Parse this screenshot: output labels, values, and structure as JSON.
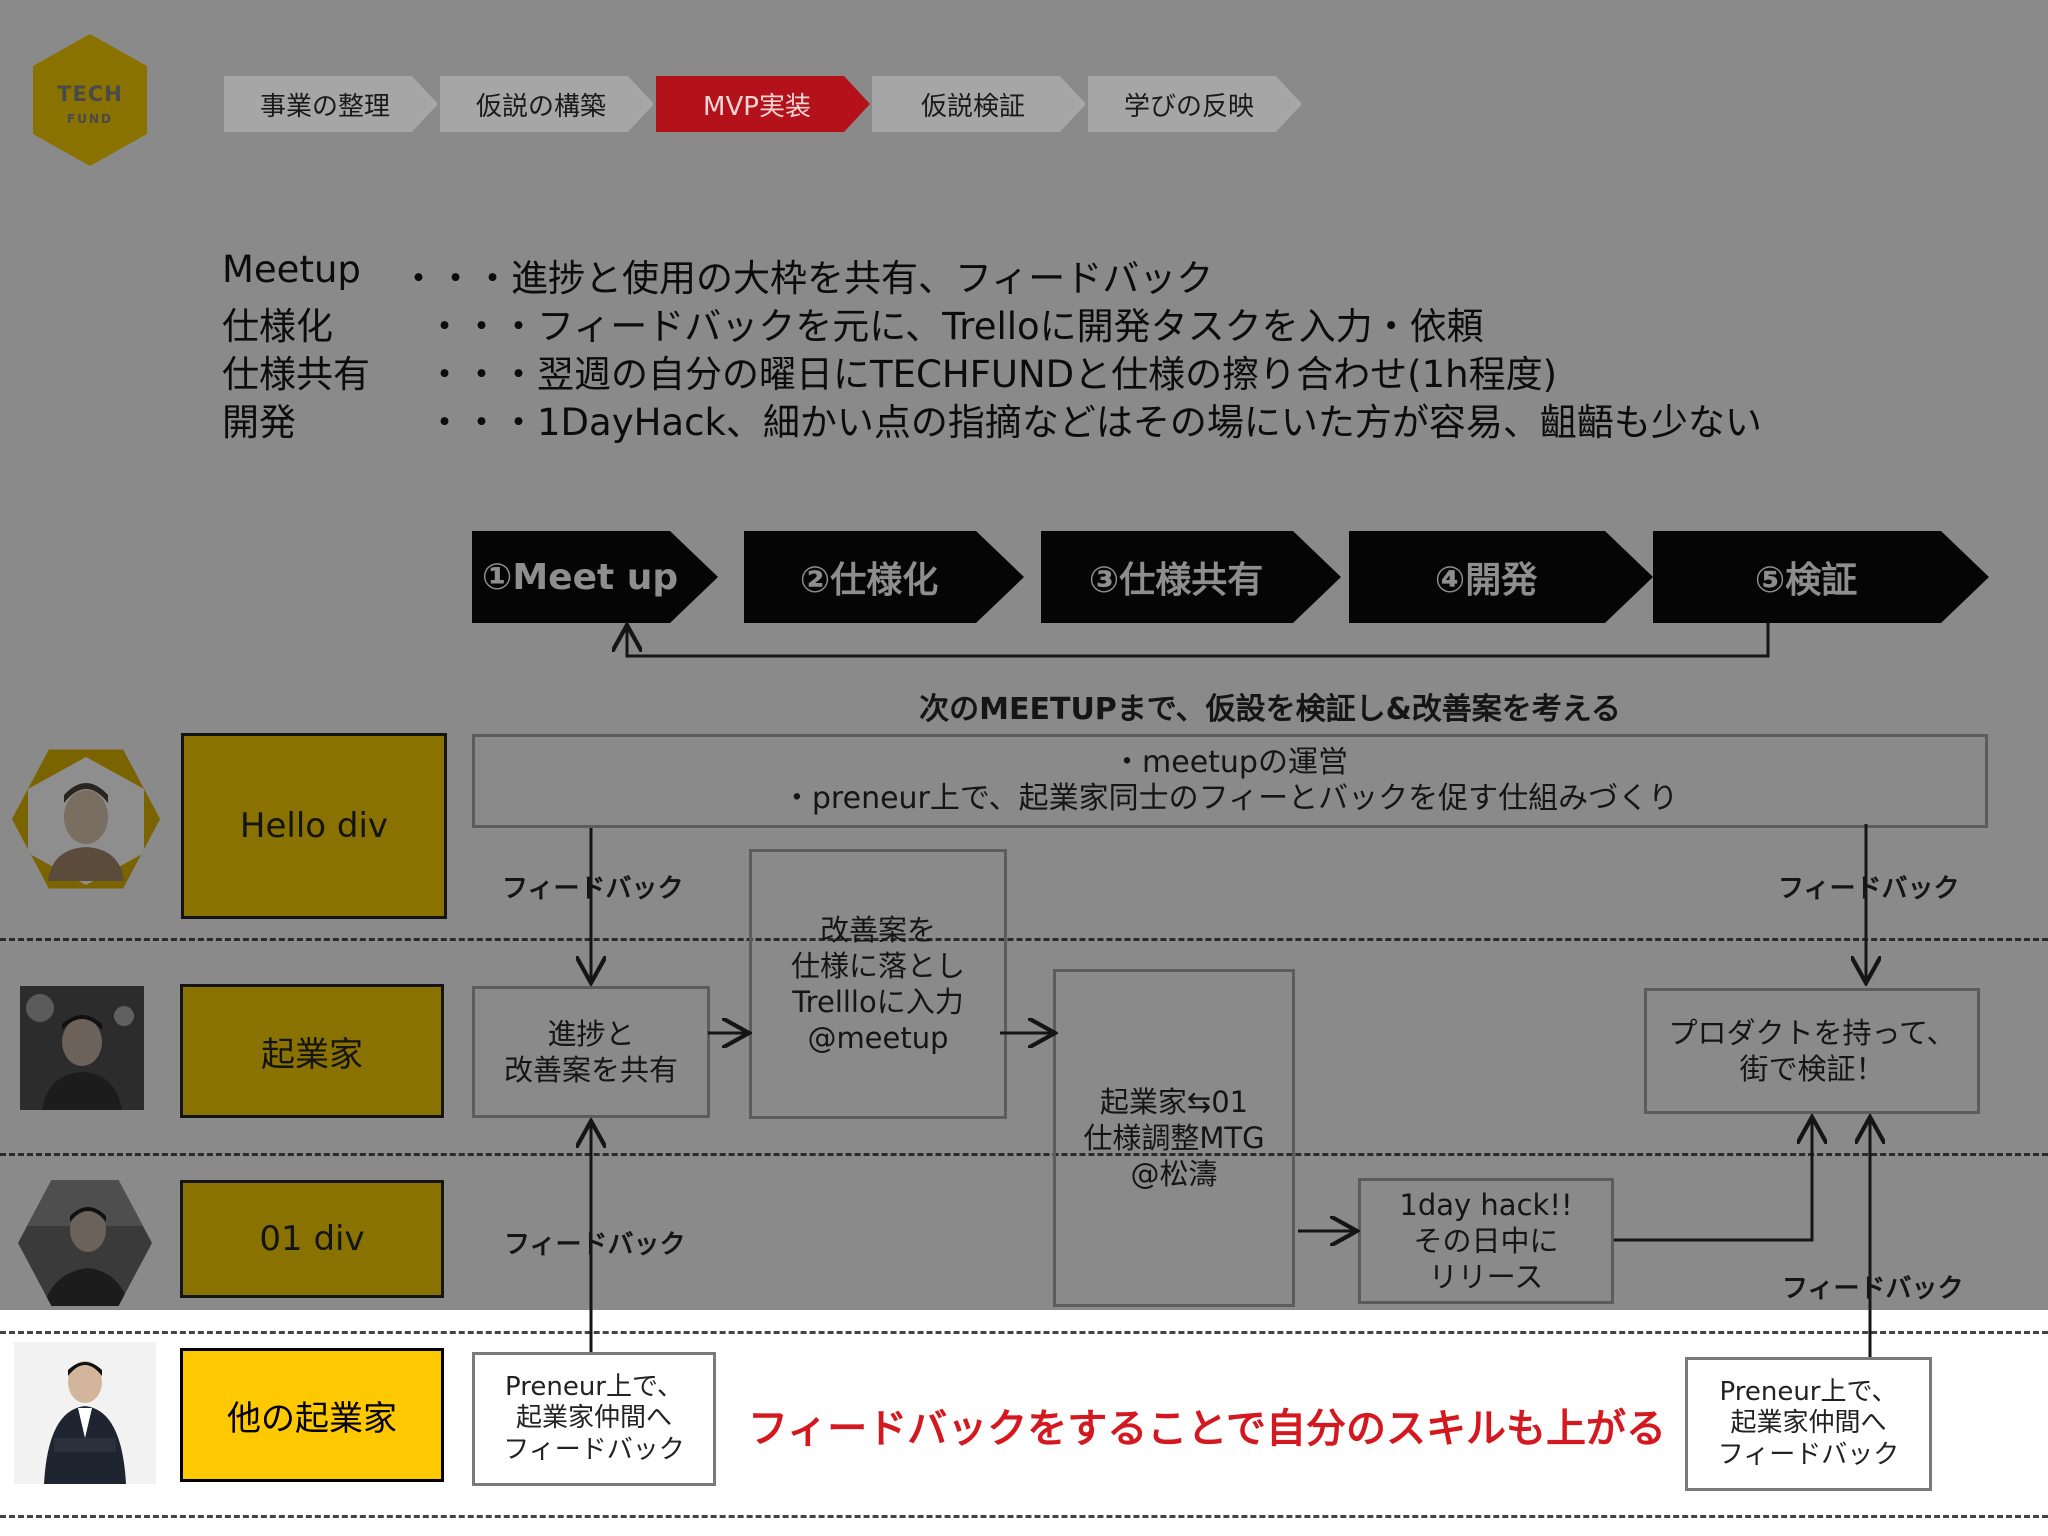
{
  "logo": {
    "line1": "TECH",
    "line2": "FUND",
    "color": "#8a7200"
  },
  "breadcrumb": [
    {
      "label": "事業の整理",
      "active": false
    },
    {
      "label": "仮説の構築",
      "active": false
    },
    {
      "label": "MVP実装",
      "active": true
    },
    {
      "label": "仮説検証",
      "active": false
    },
    {
      "label": "学びの反映",
      "active": false
    }
  ],
  "description": [
    {
      "term": "Meetup",
      "text": "・・・進捗と使用の大枠を共有、フィードバック"
    },
    {
      "term": "仕様化",
      "text": "・・・フィードバックを元に、Trelloに開発タスクを入力・依頼"
    },
    {
      "term": "仕様共有",
      "text": "・・・翌週の自分の曜日にTECHFUNDと仕様の擦り合わせ(1h程度)"
    },
    {
      "term": "開発",
      "text": "・・・1DayHack、細かい点の指摘などはその場にいた方が容易、齟齬も少ない"
    }
  ],
  "process": [
    {
      "label": "①Meet up"
    },
    {
      "label": "②仕様化"
    },
    {
      "label": "③仕様共有"
    },
    {
      "label": "④開発"
    },
    {
      "label": "⑤検証"
    }
  ],
  "loop_label": "次のMEETUPまで、仮設を検証し&改善案を考える",
  "lanes": {
    "hello": {
      "role": "Hello div",
      "task_line1": "・meetupの運営",
      "task_line2": "・preneur上で、起業家同士のフィーとバックを促す仕組みづくり"
    },
    "founder": {
      "role": "起業家"
    },
    "zero_one": {
      "role": "01 div"
    },
    "others": {
      "role": "他の起業家"
    }
  },
  "boxes": {
    "share": "進捗と\n改善案を共有",
    "spec": "改善案を\n仕様に落とし\nTrellloに入力\n@meetup",
    "mtg": "起業家⇆01\n仕様調整MTG\n@松濤",
    "hack": "1day hack!!\nその日中に\nリリース",
    "verify": "プロダクトを持って、\n街で検証！",
    "preneur_left": "Preneur上で、\n起業家仲間へ\nフィードバック",
    "preneur_right": "Preneur上で、\n起業家仲間へ\nフィードバック"
  },
  "feedback_label": "フィードバック",
  "highlight": "フィードバックをすることで自分のスキルも上がる",
  "colors": {
    "background": "#8a8a8a",
    "active_step": "#b3121a",
    "role_fill": "#8a7200",
    "role_fill_bright": "#ffc900",
    "highlight_text": "#d41820"
  }
}
